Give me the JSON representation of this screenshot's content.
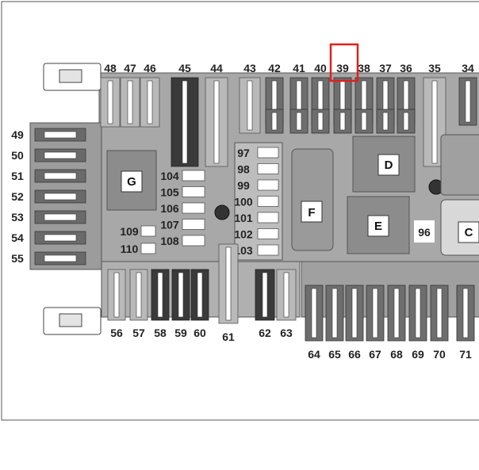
{
  "diagram": {
    "top_fuses": [
      "48",
      "47",
      "46",
      "45",
      "44",
      "43",
      "42",
      "41",
      "40",
      "39",
      "38",
      "37",
      "36",
      "35",
      "34"
    ],
    "left_fuses": [
      "49",
      "50",
      "51",
      "52",
      "53",
      "54",
      "55"
    ],
    "middle_column": [
      "97",
      "98",
      "99",
      "100",
      "101",
      "102",
      "103"
    ],
    "g_block_fuses": [
      "104",
      "105",
      "106",
      "107",
      "108"
    ],
    "g_block_small": [
      "109",
      "110"
    ],
    "bottom_left_fuses": [
      "56",
      "57",
      "58",
      "59",
      "60"
    ],
    "bottom_mid_fuses": [
      "61",
      "62",
      "63"
    ],
    "bottom_right_fuses": [
      "64",
      "65",
      "66",
      "67",
      "68",
      "69",
      "70",
      "71"
    ],
    "relay_labels": {
      "g": "G",
      "d": "D",
      "e": "E",
      "f": "F",
      "c": "C"
    },
    "extra_label": "96",
    "highlighted": "39",
    "colors": {
      "highlight": "#e0201c",
      "housing": "#9a9a9a",
      "relay": "#8c8c8c",
      "frame": "#555555"
    }
  }
}
